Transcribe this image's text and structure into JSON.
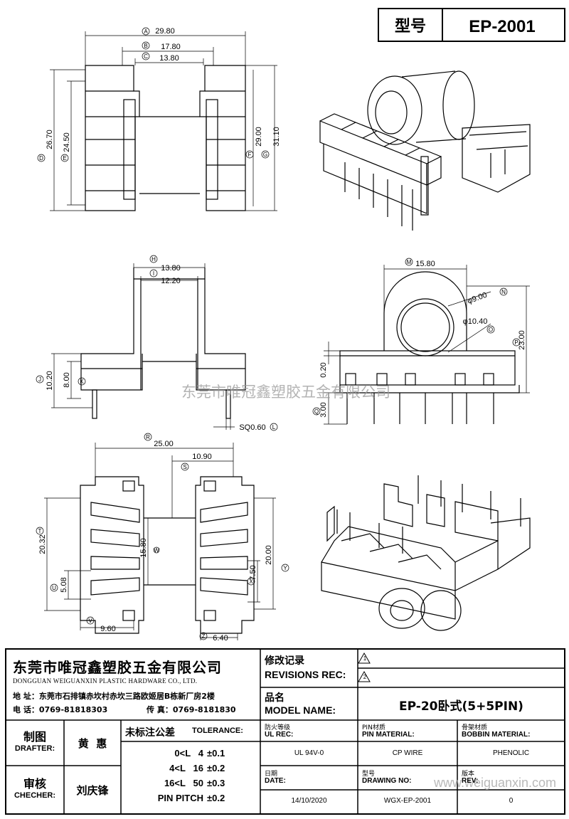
{
  "header": {
    "model_label": "型号",
    "model_value": "EP-2001"
  },
  "watermark": {
    "company": "东莞市唯冠鑫塑胶五金有限公司",
    "website": "www.weiguanxin.com"
  },
  "dimensions": {
    "A": "29.80",
    "B": "17.80",
    "C": "13.80",
    "D": "26.70",
    "E": "24.50",
    "F": "29.00",
    "G": "31.10",
    "H": "13.80",
    "I": "12.20",
    "J": "10.20",
    "K": "8.00",
    "L": "SQ0.60",
    "M": "15.80",
    "N": "φ9.00",
    "O": "φ10.40",
    "P": "23.00",
    "top_small": "0.20",
    "Q": "3.00",
    "R": "25.00",
    "S": "10.90",
    "T": "20.32",
    "U": "5.08",
    "V": "9.60",
    "W": "15.80",
    "X": "7.50",
    "Y": "20.00",
    "Z": "6.40"
  },
  "title_block": {
    "company_cn": "东莞市唯冠鑫塑胶五金有限公司",
    "company_en": "DONGGUAN WEIGUANXIN PLASTIC HARDWARE CO., LTD.",
    "address": "地 址：东莞市石排镇赤坎村赤坎三路欧姬居B栋新厂房2楼",
    "phone": "电 话：0769-81818303",
    "fax": "传 真：0769-8181830",
    "revisions_cn": "修改记录",
    "revisions_en": "REVISIONS REC:",
    "rev_marks": [
      "1",
      "2"
    ],
    "model_name_cn": "品名",
    "model_name_en": "MODEL NAME:",
    "model_name_value": "EP-20卧式(5+5PIN)",
    "drafter_cn": "制图",
    "drafter_en": "DRAFTER:",
    "drafter_value": "黄  惠",
    "checker_cn": "审核",
    "checker_en": "CHECHER:",
    "checker_value": "刘庆锋",
    "tolerance_title_cn": "未标注公差",
    "tolerance_title_en": "TOLERANCE:",
    "tolerance_rows": [
      {
        "range": "0<L   4",
        "value": "±0.1"
      },
      {
        "range": "4<L   16",
        "value": "±0.2"
      },
      {
        "range": "16<L   50",
        "value": "±0.3"
      },
      {
        "range": "PIN PITCH",
        "value": "±0.2"
      }
    ],
    "ul_cn": "防火等级",
    "ul_en": "UL REC:",
    "ul_value": "UL 94V-0",
    "pin_cn": "PIN材质",
    "pin_en": "PIN MATERIAL:",
    "pin_value": "CP WIRE",
    "bobbin_cn": "骨架材质",
    "bobbin_en": "BOBBIN MATERIAL:",
    "bobbin_value": "PHENOLIC",
    "date_cn": "日期",
    "date_en": "DATE:",
    "date_value": "14/10/2020",
    "drawing_cn": "型号",
    "drawing_en": "DRAWING NO:",
    "drawing_value": "WGX-EP-2001",
    "rev_cn": "版本",
    "rev_en": "REV:",
    "rev_value": "0"
  }
}
